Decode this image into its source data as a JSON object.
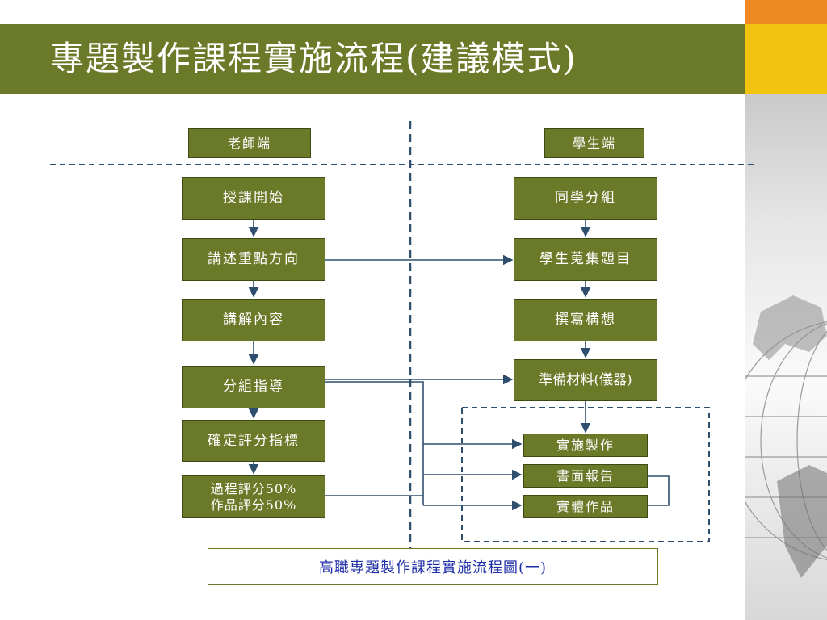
{
  "title": "專題製作課程實施流程(建議模式)",
  "colors": {
    "node_fill": "#6b7a28",
    "accent_orange": "#ef8a22",
    "accent_yellow": "#f2c40f",
    "caption_text": "#1f2fa8",
    "line": "#2f4f6f"
  },
  "teacher": {
    "header": "老師端",
    "steps": [
      "授課開始",
      "講述重點方向",
      "講解內容",
      "分組指導",
      "確定評分指標",
      "過程評分50%\n作品評分50%"
    ]
  },
  "student": {
    "header": "學生端",
    "steps": [
      "同學分組",
      "學生蒐集題目",
      "撰寫構想",
      "準備材料(儀器)"
    ],
    "outputs": [
      "實施製作",
      "書面報告",
      "實體作品"
    ]
  },
  "caption": "高職專題製作課程實施流程圖(一)"
}
